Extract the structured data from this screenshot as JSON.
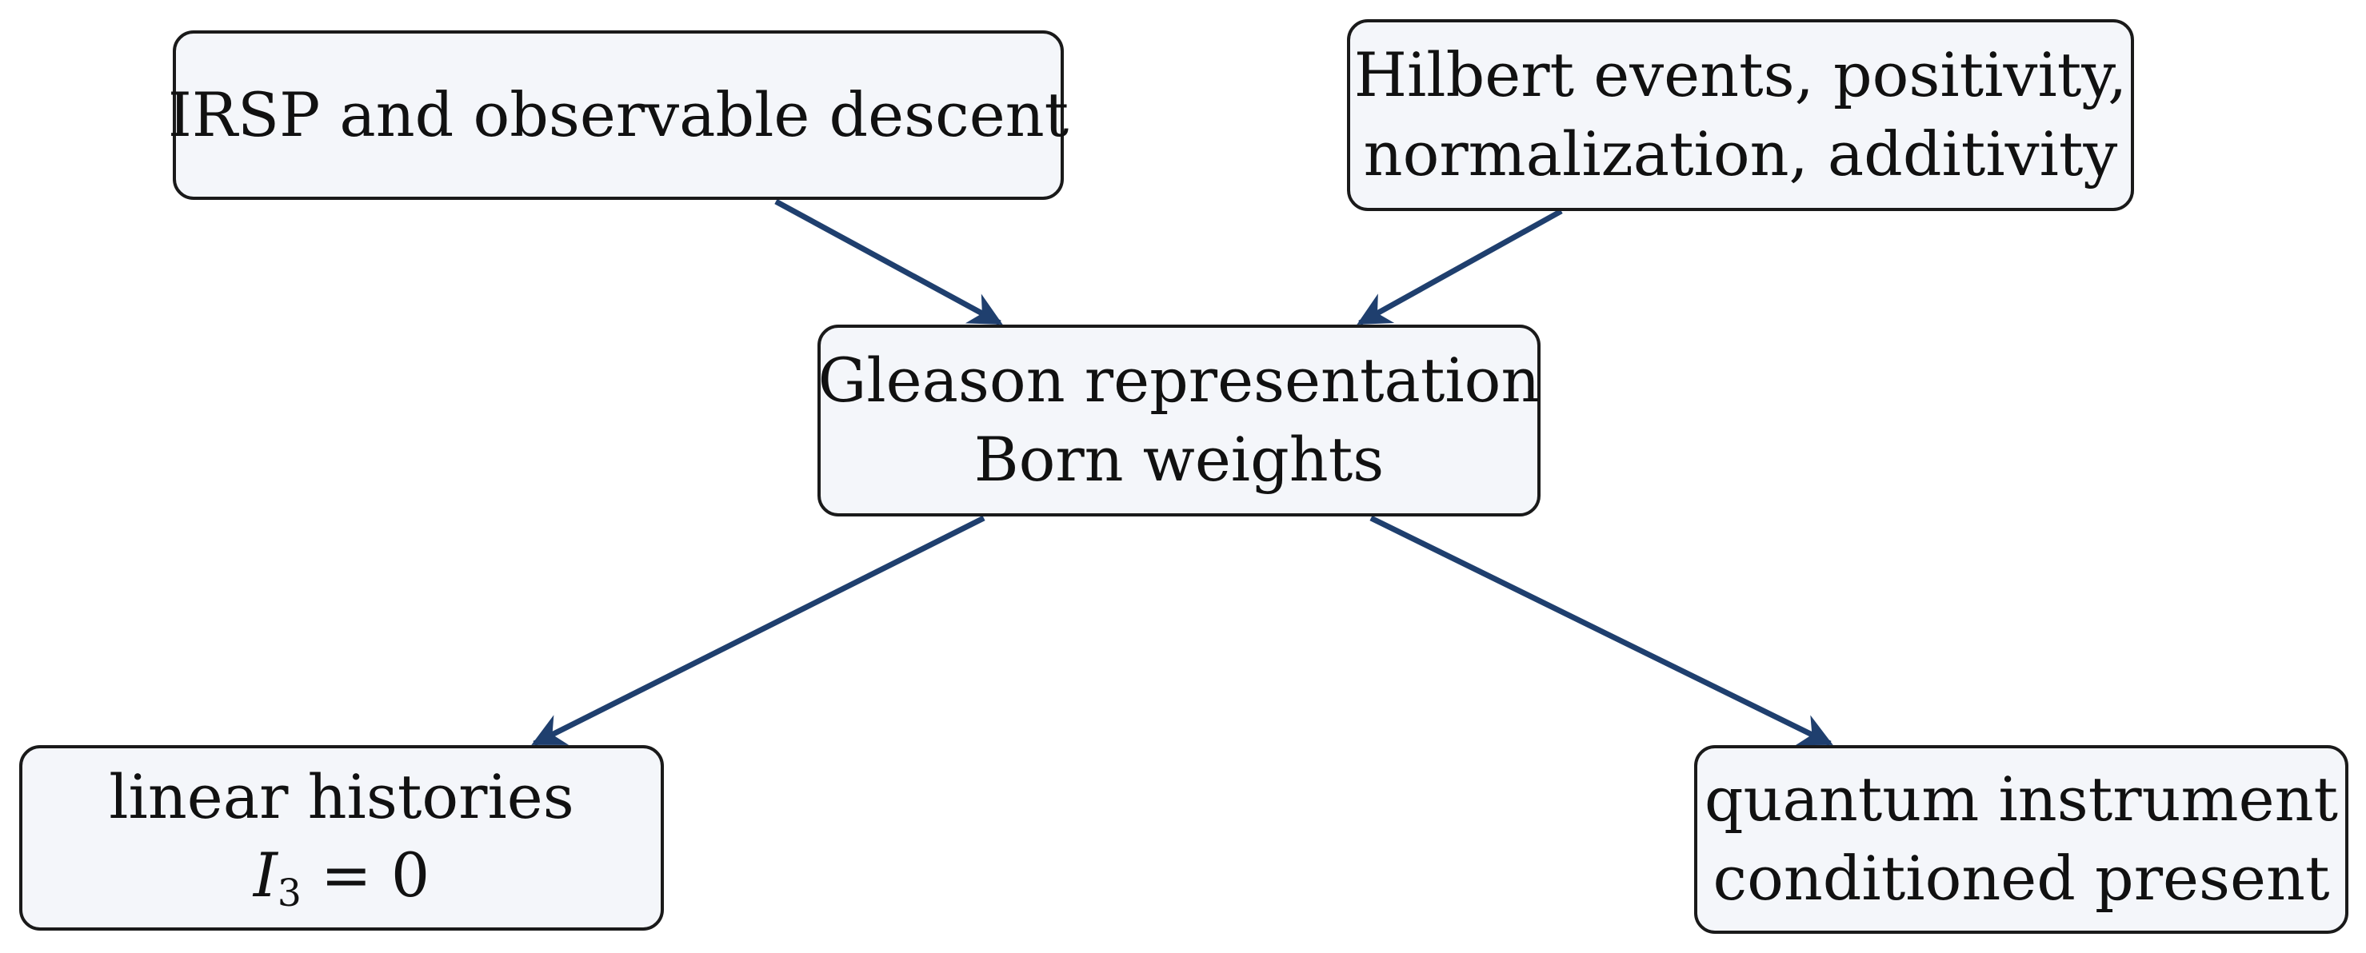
{
  "colors": {
    "arrow": "#1f3f6e",
    "node_fill": "#f4f6fa",
    "node_border": "#1a1a1a"
  },
  "nodes": {
    "irsp": {
      "line1": "IRSP and observable descent"
    },
    "hilbert": {
      "line1": "Hilbert events, positivity,",
      "line2": "normalization, additivity"
    },
    "gleason": {
      "line1": "Gleason representation",
      "line2": "Born weights"
    },
    "linear": {
      "line1": "linear histories",
      "math_var": "I",
      "math_sub": "3",
      "math_rest": " = 0"
    },
    "quantum": {
      "line1": "quantum instrument",
      "line2": "conditioned present"
    }
  },
  "edges": [
    {
      "from": "irsp",
      "to": "gleason"
    },
    {
      "from": "hilbert",
      "to": "gleason"
    },
    {
      "from": "gleason",
      "to": "linear"
    },
    {
      "from": "gleason",
      "to": "quantum"
    }
  ]
}
